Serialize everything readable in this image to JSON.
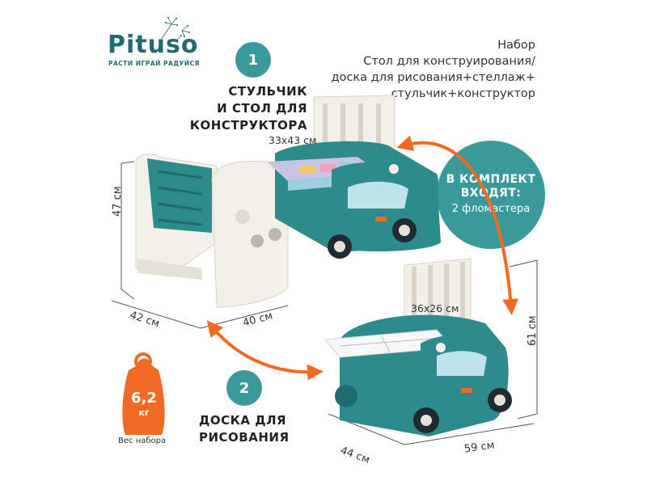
{
  "brand": {
    "name": "Pituso",
    "tagline": "РАСТИ ИГРАЙ РАДУЙСЯ"
  },
  "set_description": {
    "lines": [
      "Набор",
      "Стол для конструирования/",
      "доска для рисования+стеллаж+",
      "стульчик+конструктор"
    ]
  },
  "mode1": {
    "number": "1",
    "caption_lines": [
      "СТУЛЬЧИК",
      "И СТОЛ ДЛЯ",
      "КОНСТРУКТОРА"
    ],
    "tabletop_size": "33x43 см"
  },
  "mode2": {
    "number": "2",
    "caption_lines": [
      "ДОСКА ДЛЯ",
      "РИСОВАНИЯ"
    ],
    "board_size": "36x26 см"
  },
  "included": {
    "heading_lines": [
      "В КОМПЛЕКТ",
      "ВХОДЯТ:"
    ],
    "item": "2 фломастера"
  },
  "dimensions": {
    "chair_height": "47 см",
    "chair_depth": "42 см",
    "chair_width": "40 см",
    "table_height": "61 см",
    "table_depth": "44 см",
    "table_width": "59 см"
  },
  "weight": {
    "value": "6,2",
    "unit": "кг",
    "caption": "Вес набора"
  },
  "colors": {
    "teal": "#2e8b8b",
    "teal_dark": "#1f6b70",
    "badge": "#3a9a9a",
    "orange": "#f06a24",
    "cream": "#f3f0ea"
  }
}
